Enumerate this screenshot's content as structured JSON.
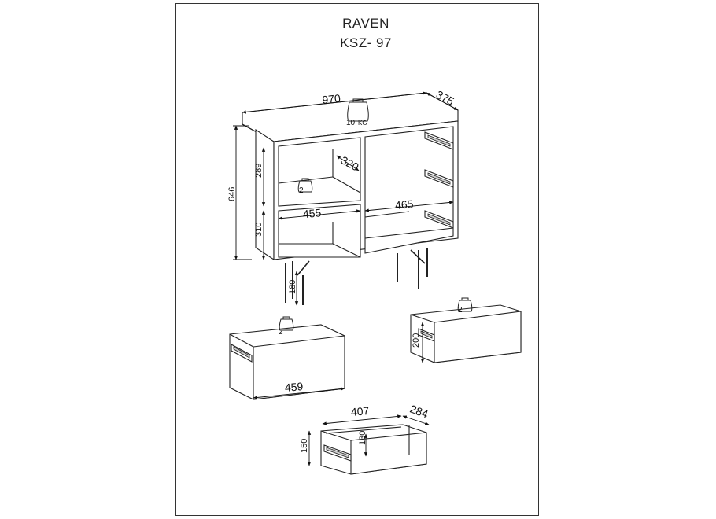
{
  "header": {
    "product_name": "RAVEN",
    "model_code": "KSZ- 97"
  },
  "dimensions": {
    "width": "970",
    "depth": "375",
    "height": "646",
    "upper_shelf_height": "289",
    "lower_shelf_height": "310",
    "shelf_depth": "320",
    "left_compartment_width": "455",
    "right_compartment_width": "465",
    "leg_height": "180"
  },
  "load_limits": {
    "top": "10",
    "top_unit": "KG",
    "shelf": "2",
    "drawer_left": "2",
    "drawer_right": "2"
  },
  "drawer_left": {
    "width": "459"
  },
  "drawer_right": {
    "height": "200"
  },
  "drawer_bottom": {
    "width": "407",
    "depth": "284",
    "height_outer": "150",
    "height_inner": "130"
  },
  "colors": {
    "line": "#222222",
    "face": "#ffffff",
    "shade": "#d9d9d9"
  }
}
